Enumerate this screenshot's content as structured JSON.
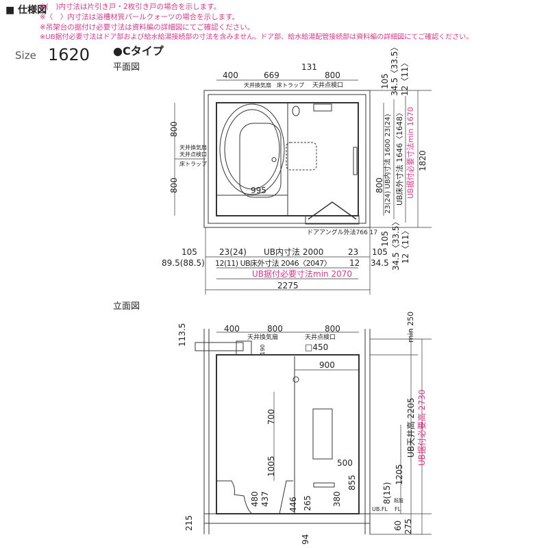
{
  "header": {
    "title": "■ 仕様図",
    "notes": [
      "※(　)内寸法は片引き戸・2枚引き戸の場合を示します。",
      "※〈　〉内寸法は浴槽材質パールクォーツの場合を示します。",
      "※吊架台の据付け必要寸法は資料編の詳細図にてご確認ください。",
      "※UB据付必要寸法はドア部および給水給湯接続部の寸法を含みません。ドア部、給水給湯配管接続部は資料編の詳細図にてご確認ください。"
    ]
  },
  "size": {
    "label": "Size",
    "value": "1620"
  },
  "type_label": "●Cタイプ",
  "colors": {
    "accent": "#e0368c",
    "line": "#333333"
  },
  "plan": {
    "title": "平面図",
    "top_dims": [
      "400",
      "669",
      "131",
      "800"
    ],
    "top_labels": [
      "天井換気扇　床トラップ",
      "天井点検口"
    ],
    "left_dims": [
      "800",
      "800"
    ],
    "left_labels": [
      "天井換気扇",
      "天井点検口",
      "床トラップ"
    ],
    "tub_width": "995",
    "door_angle": "ドアアングル外法766 17",
    "bottom_row1": [
      "105",
      "23(24)",
      "UB内寸法 2000",
      "23",
      "105"
    ],
    "bottom_row2": [
      "89.5(88.5)",
      "12(11)  UB床外寸法 2046〈2047〉",
      "12",
      "34.5"
    ],
    "bottom_required": "UB据付必要寸法min 2070",
    "bottom_total": "2275",
    "right_top": [
      "105",
      "34.5〈33.5〉",
      "12〈11〉"
    ],
    "right_bottom": [
      "105",
      "34.5〈33.5〉",
      "12〈11〉"
    ],
    "right_inner": "23(24)  UB内寸法 1600  23(24)",
    "right_800": "800",
    "right_floor": "UB床外寸法 1646〈1648〉",
    "right_required": "UB据付必要寸法min 1670",
    "right_total": "1820"
  },
  "elevation": {
    "title": "立面図",
    "top_dims": [
      "400",
      "800",
      "800"
    ],
    "fan_label": "天井換気扇",
    "hatch_label": "天井点検口",
    "hatch_size": "□450",
    "dims": {
      "d1135": "113.5",
      "d190": "190",
      "d900": "900",
      "d700": "700",
      "d1005": "1005",
      "d480": "480",
      "d437": "437",
      "d446": "446",
      "d265": "265",
      "d380": "380",
      "d500": "500",
      "d855": "855",
      "d215": "215",
      "d94": "94"
    },
    "right": {
      "min250": "min 250",
      "ceiling": "UB天井高 2205",
      "required": "UB据付必要高 2730",
      "d1205": "1205",
      "d8": "8(15)",
      "ubfl": "UB.FL",
      "fl_label": "既設",
      "fl": "FL",
      "d60": "60",
      "d275": "275"
    }
  }
}
